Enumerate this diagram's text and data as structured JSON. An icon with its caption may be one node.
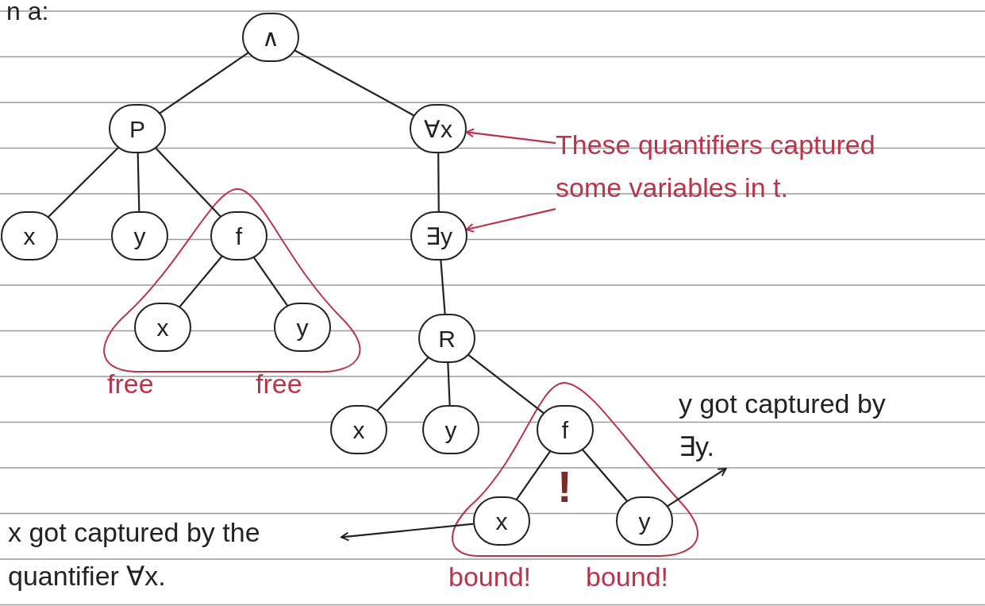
{
  "diagram": {
    "nodes": [
      {
        "text": [
          "∧"
        ]
      },
      {
        "text": [
          "P"
        ]
      },
      {
        "text": [
          "∀x"
        ]
      },
      {
        "text": [
          "x"
        ]
      },
      {
        "text": [
          "y"
        ]
      },
      {
        "text": [
          "f"
        ]
      },
      {
        "text": [
          "x"
        ]
      },
      {
        "text": [
          "y"
        ]
      },
      {
        "text": [
          "∃y"
        ]
      },
      {
        "text": [
          "R"
        ]
      },
      {
        "text": [
          "x"
        ]
      },
      {
        "text": [
          "y"
        ]
      },
      {
        "text": [
          "f"
        ]
      },
      {
        "text": [
          "x"
        ]
      },
      {
        "text": [
          "y"
        ]
      },
      {
        "text": [
          "These quantifiers captured some variables in t."
        ]
      },
      {
        "text": [
          "y got captured by ∃y."
        ]
      },
      {
        "text": [
          "x got captured by the quantifier ∀x."
        ]
      }
    ],
    "edges": [
      {
        "from": 0,
        "to": 1,
        "arrow": "none"
      },
      {
        "from": 0,
        "to": 2,
        "arrow": "none"
      },
      {
        "from": 1,
        "to": 3,
        "arrow": "none"
      },
      {
        "from": 1,
        "to": 4,
        "arrow": "none"
      },
      {
        "from": 1,
        "to": 5,
        "arrow": "none"
      },
      {
        "from": 5,
        "to": 6,
        "arrow": "none"
      },
      {
        "from": 5,
        "to": 7,
        "arrow": "none"
      },
      {
        "from": 2,
        "to": 8,
        "arrow": "none"
      },
      {
        "from": 8,
        "to": 9,
        "arrow": "none"
      },
      {
        "from": 9,
        "to": 10,
        "arrow": "none"
      },
      {
        "from": 9,
        "to": 11,
        "arrow": "none"
      },
      {
        "from": 9,
        "to": 12,
        "arrow": "none"
      },
      {
        "from": 12,
        "to": 13,
        "arrow": "none"
      },
      {
        "from": 12,
        "to": 14,
        "arrow": "none"
      },
      {
        "from": 15,
        "to": 2,
        "arrow": "to",
        "color": "#b8344a"
      },
      {
        "from": 15,
        "to": 8,
        "arrow": "to",
        "color": "#b8344a"
      },
      {
        "from": 14,
        "to": 16,
        "arrow": "to"
      },
      {
        "from": 13,
        "to": 17,
        "arrow": "to"
      }
    ],
    "labels": [
      "n a:",
      "free",
      "free",
      "!",
      "bound!",
      "bound!"
    ]
  }
}
